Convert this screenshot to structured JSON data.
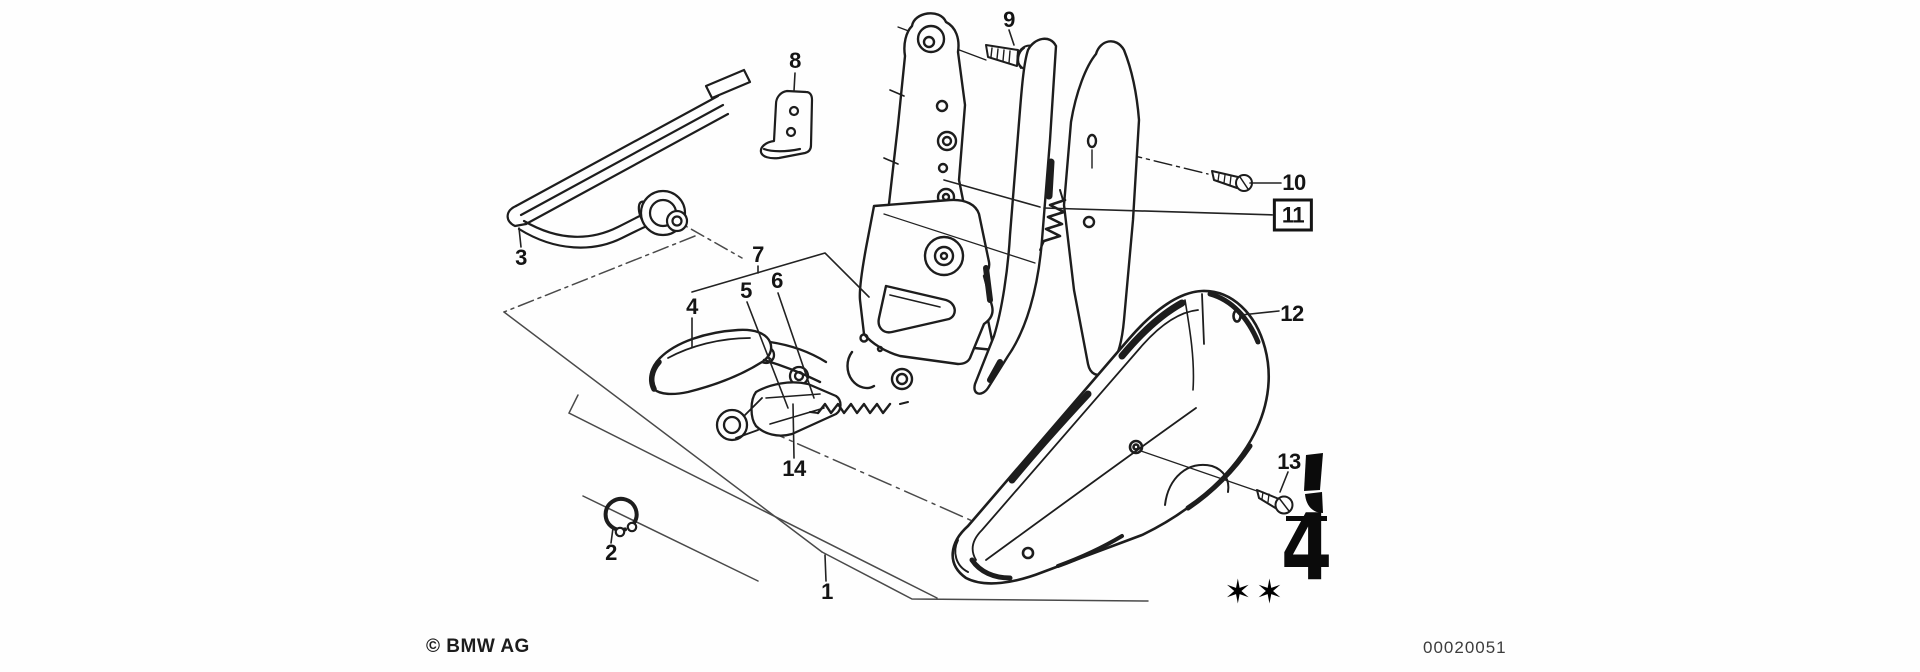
{
  "diagram": {
    "title_hint": "exploded seat recliner parts drawing",
    "part_labels": [
      {
        "text": "1"
      },
      {
        "text": "2"
      },
      {
        "text": "3"
      },
      {
        "text": "4"
      },
      {
        "text": "5"
      },
      {
        "text": "6"
      },
      {
        "text": "7"
      },
      {
        "text": "8"
      },
      {
        "text": "9"
      },
      {
        "text": "10"
      },
      {
        "text": "11"
      },
      {
        "text": "12"
      },
      {
        "text": "13"
      },
      {
        "text": "14"
      }
    ]
  },
  "page_marker": {
    "number": "4",
    "stars": "✶✶",
    "partial_glyph": "!"
  },
  "footer": {
    "copyright": "© BMW AG",
    "drawing_number": "00020051"
  },
  "colors": {
    "line": "#1d1d1d",
    "thin_line": "#444444",
    "background": "#fefefe"
  }
}
